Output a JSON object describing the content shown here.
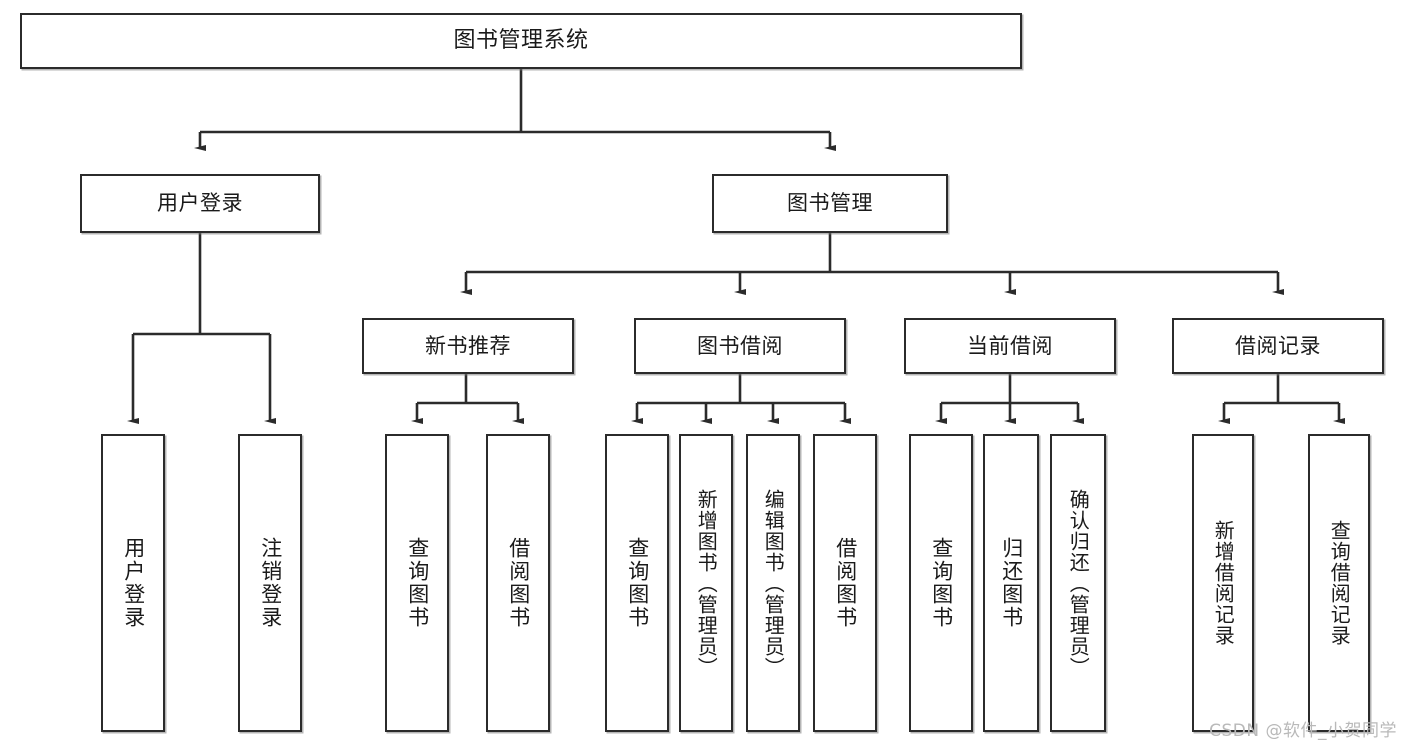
{
  "diagram": {
    "title_node": {
      "id": "root",
      "label": "图书管理系统"
    },
    "level2": [
      {
        "id": "user-login",
        "label": "用户登录"
      },
      {
        "id": "book-management",
        "label": "图书管理"
      }
    ],
    "level3": [
      {
        "id": "new-book-recommend",
        "label": "新书推荐"
      },
      {
        "id": "book-borrow",
        "label": "图书借阅"
      },
      {
        "id": "current-borrow",
        "label": "当前借阅"
      },
      {
        "id": "borrow-record",
        "label": "借阅记录"
      }
    ],
    "leaves": {
      "user_login": [
        {
          "id": "leaf-user-login",
          "label": "用户登录"
        },
        {
          "id": "leaf-logout",
          "label": "注销登录"
        }
      ],
      "new_book_recommend": [
        {
          "id": "leaf-query-book-1",
          "label": "查询图书"
        },
        {
          "id": "leaf-borrow-book-1",
          "label": "借阅图书"
        }
      ],
      "book_borrow": [
        {
          "id": "leaf-query-book-2",
          "label": "查询图书"
        },
        {
          "id": "leaf-add-book",
          "label": "新增图书（管理员）"
        },
        {
          "id": "leaf-edit-book",
          "label": "编辑图书（管理员）"
        },
        {
          "id": "leaf-borrow-book-2",
          "label": "借阅图书"
        }
      ],
      "current_borrow": [
        {
          "id": "leaf-query-book-3",
          "label": "查询图书"
        },
        {
          "id": "leaf-return-book",
          "label": "归还图书"
        },
        {
          "id": "leaf-confirm-return",
          "label": "确认归还（管理员）"
        }
      ],
      "borrow_record": [
        {
          "id": "leaf-add-record",
          "label": "新增借阅记录"
        },
        {
          "id": "leaf-query-record",
          "label": "查询借阅记录"
        }
      ]
    }
  },
  "watermark": {
    "text": "CSDN @软件_小贺同学"
  },
  "colors": {
    "stroke": "#2b2b2b",
    "box_fill": "#ffffff",
    "text": "#1a1a1a",
    "background": "#ffffff",
    "watermark": "#b9b9b9"
  }
}
